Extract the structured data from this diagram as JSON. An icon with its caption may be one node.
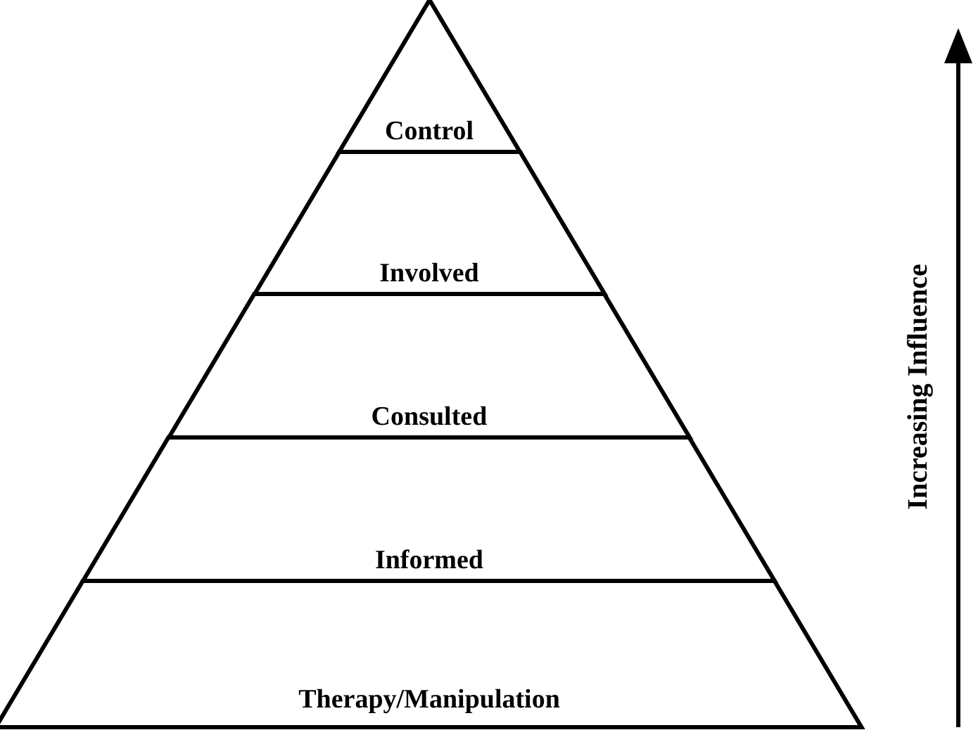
{
  "diagram": {
    "nodes": [
      {
        "text": [
          "Control"
        ]
      },
      {
        "text": [
          "Involved"
        ]
      },
      {
        "text": [
          "Consulted"
        ]
      },
      {
        "text": [
          "Informed"
        ]
      },
      {
        "text": [
          "Therapy/Manipulation"
        ]
      }
    ],
    "labels": [
      "Increasing Influence"
    ]
  }
}
